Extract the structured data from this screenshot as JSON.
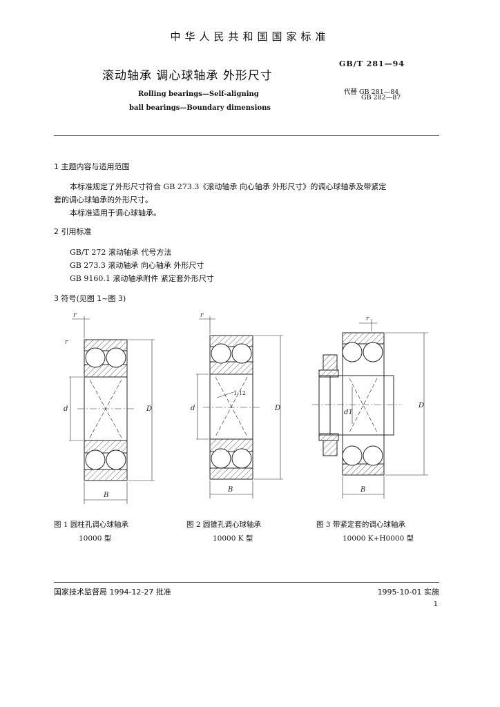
{
  "header": {
    "standard_title": "中华人民共和国国家标准",
    "code": "GB/T 281—94",
    "title": "滚动轴承 调心球轴承 外形尺寸",
    "replaces_1": "代替 GB 281—84",
    "replaces_2": "GB 282—87",
    "english_title_1": "Rolling bearings—Self-aligning",
    "english_title_2": "ball bearings—Boundary dimensions"
  },
  "section1": {
    "heading": "1 主题内容与适用范围",
    "para1_line1": "本标准规定了外形尺寸符合 GB 273.3《滚动轴承 向心轴承 外形尺寸》的调心球轴承及带紧定",
    "para1_line2": "套的调心球轴承的外形尺寸。",
    "para2": "本标准适用于调心球轴承。"
  },
  "section2": {
    "heading": "2 引用标准",
    "refs": [
      "GB/T 272 滚动轴承 代号方法",
      "GB 273.3 滚动轴承 向心轴承 外形尺寸",
      "GB 9160.1 滚动轴承附件 紧定套外形尺寸"
    ]
  },
  "section3": {
    "heading": "3 符号(见图 1~图 3)"
  },
  "figures": [
    {
      "caption": "图 1 圆柱孔调心球轴承",
      "type": "10000 型"
    },
    {
      "caption": "图 2 圆锥孔调心球轴承",
      "type": "10000 K 型"
    },
    {
      "caption": "图 3 带紧定套的调心球轴承",
      "type": "10000 K+H0000 型"
    }
  ],
  "drawing_labels": {
    "r": "r",
    "d": "d",
    "D": "D",
    "B": "B",
    "d1": "d1",
    "taper": "1:12"
  },
  "footer": {
    "approval": "国家技术监督局 1994-12-27 批准",
    "implementation": "1995-10-01 实施",
    "page_number": "1"
  }
}
